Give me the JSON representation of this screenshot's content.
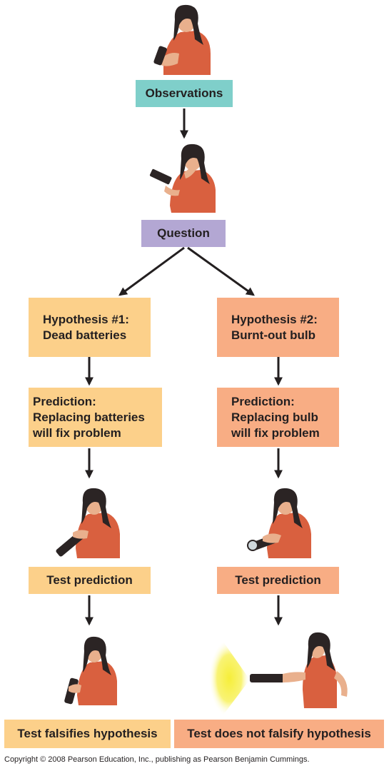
{
  "boxes": {
    "observations": "Observations",
    "question": "Question",
    "hypothesis1": [
      "Hypothesis #1:",
      "Dead batteries"
    ],
    "hypothesis2": [
      "Hypothesis #2:",
      "Burnt-out bulb"
    ],
    "prediction1": [
      "Prediction:",
      "Replacing batteries",
      "will fix problem"
    ],
    "prediction2": [
      "Prediction:",
      "Replacing bulb",
      "will fix problem"
    ],
    "test1": "Test prediction",
    "test2": "Test prediction",
    "result1": "Test falsifies hypothesis",
    "result2": "Test does not falsify hypothesis"
  },
  "footer": "Copyright © 2008 Pearson Education, Inc., publishing as Pearson Benjamin Cummings.",
  "colors": {
    "observations": "#7fcfca",
    "question": "#b3a7d3",
    "hypothesis1_branch": "#fcd08a",
    "hypothesis2_branch": "#f8ad84",
    "arrow": "#231f20",
    "shirt": "#d9603f",
    "hair": "#2b2424",
    "skin": "#e9b08d",
    "light": "#f6ee3a"
  },
  "figures": [
    "woman-holding-flashlight",
    "woman-thinking-with-flashlight",
    "woman-replacing-batteries",
    "woman-replacing-bulb",
    "woman-with-dark-flashlight",
    "woman-with-lit-flashlight"
  ]
}
